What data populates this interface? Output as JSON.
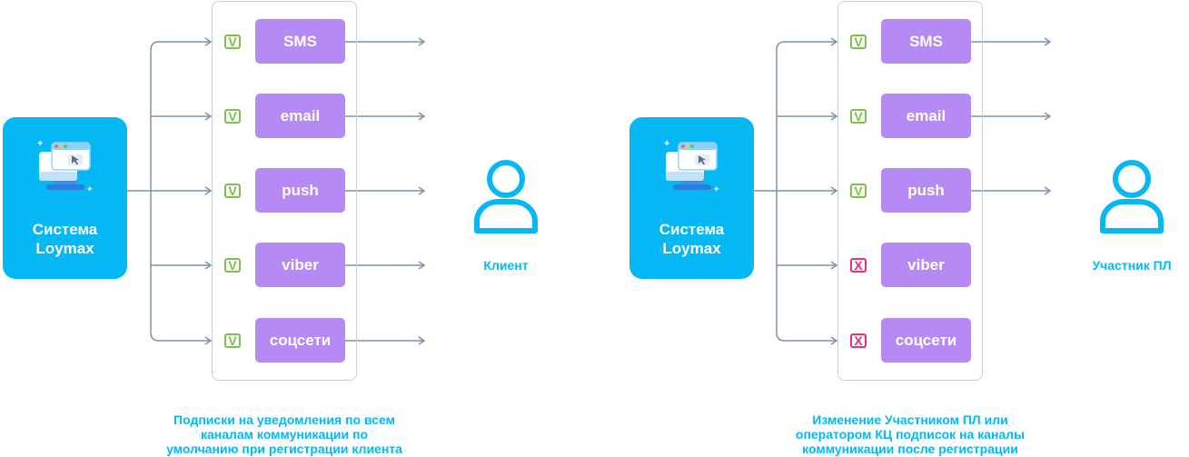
{
  "colors": {
    "system_box": "#05b8f4",
    "channel": "#b58af5",
    "check": "#7cc24a",
    "cross": "#e8336f",
    "connector": "#7f92ab",
    "frame": "#c6cfda",
    "label": "#05b8f4"
  },
  "panels": [
    {
      "system_label": "Система\nLoymax",
      "system_icon": "computer-window-icon",
      "channels": [
        {
          "label": "SMS",
          "status": "V"
        },
        {
          "label": "email",
          "status": "V"
        },
        {
          "label": "push",
          "status": "V"
        },
        {
          "label": "viber",
          "status": "V"
        },
        {
          "label": "соцсети",
          "status": "V"
        }
      ],
      "recipient_label": "Клиент",
      "recipient_icon": "person-icon",
      "caption": "Подписки на уведомления по всем\nканалам коммуникации по\nумолчанию при регистрации клиента"
    },
    {
      "system_label": "Система\nLoymax",
      "system_icon": "computer-window-icon",
      "channels": [
        {
          "label": "SMS",
          "status": "V"
        },
        {
          "label": "email",
          "status": "V"
        },
        {
          "label": "push",
          "status": "V"
        },
        {
          "label": "viber",
          "status": "X"
        },
        {
          "label": "соцсети",
          "status": "X"
        }
      ],
      "recipient_label": "Участник ПЛ",
      "recipient_icon": "person-icon",
      "caption": "Изменение Участником ПЛ или\nоператором КЦ подписок на каналы\nкоммуникации после регистрации"
    }
  ]
}
